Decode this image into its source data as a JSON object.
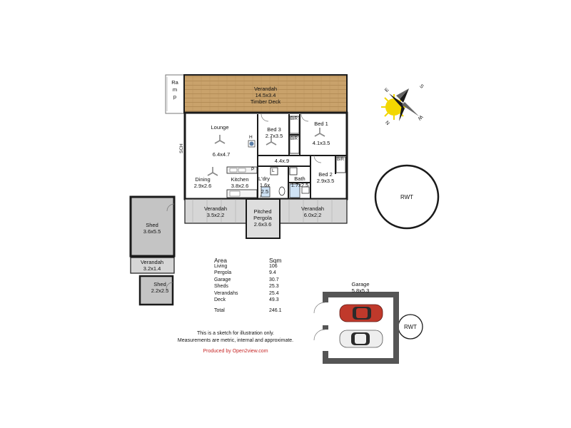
{
  "rooms": {
    "verandah_top": {
      "name": "Verandah",
      "size": "14.5x3.4",
      "note": "Timber Deck"
    },
    "ramp": "Ramp",
    "lounge": {
      "name": "Lounge",
      "size": "6.4x4.7"
    },
    "bed3": {
      "name": "Bed 3",
      "size": "2.7x3.5"
    },
    "bed1": {
      "name": "Bed 1",
      "size": "4.1x3.5"
    },
    "bed2": {
      "name": "Bed 2",
      "size": "2.9x3.5"
    },
    "hall": {
      "size": "4.4x.9"
    },
    "dining": {
      "name": "Dining",
      "size": "2.9x2.6"
    },
    "kitchen": {
      "name": "Kitchen",
      "size": "3.8x2.6"
    },
    "laundry": {
      "name": "L'dry",
      "size_a": "1.6x",
      "size_b": "2.5"
    },
    "bath": {
      "name": "Bath",
      "size": "1.7x2.5"
    },
    "verandah_left": {
      "name": "Verandah",
      "size": "3.5x2.2"
    },
    "pergola": {
      "name_a": "Pitched",
      "name_b": "Pergola",
      "size": "2.6x3.6"
    },
    "verandah_right": {
      "name": "Verandah",
      "size": "6.0x2.2"
    },
    "shed_large": {
      "name": "Shed",
      "size": "3.6x5.5"
    },
    "verandah_shed": {
      "name": "Verandah",
      "size": "3.2x1.4"
    },
    "shed_small": {
      "name": "Shed",
      "size": "2.2x2.5"
    },
    "garage": {
      "name": "Garage",
      "size": "5.8x5.3"
    },
    "rwt_large": "RWT",
    "rwt_small": "RWT"
  },
  "fixtures": {
    "robe": "BIR",
    "heater": "H",
    "pantry": "P",
    "laundry_mark": "L",
    "slow_combustion": "SCH"
  },
  "area_table": {
    "col_area": "Area",
    "col_sqm": "Sqm",
    "rows": [
      {
        "label": "Living",
        "value": "106"
      },
      {
        "label": "Pergola",
        "value": "9.4"
      },
      {
        "label": "Garage",
        "value": "30.7"
      },
      {
        "label": "Sheds",
        "value": "25.3"
      },
      {
        "label": "Verandahs",
        "value": "25.4"
      },
      {
        "label": "Deck",
        "value": "49.3"
      }
    ],
    "total_label": "Total",
    "total_value": "246.1"
  },
  "disclaimer": {
    "line1": "This is a sketch for illustration only.",
    "line2": "Measurements are metric, internal and approximate."
  },
  "credit": "Produced by Open2view.com",
  "compass": {
    "n": "N",
    "s": "S",
    "e": "E",
    "w": "W"
  },
  "colors": {
    "wall": "#1a1a1a",
    "deck": "#c9a26b",
    "verandah": "#d6d6d6",
    "shed": "#c4c4c4",
    "garage_wall": "#555555",
    "car_red": "#c0392b",
    "car_white": "#eeeeee",
    "credit_red": "#c62828",
    "sun": "#f2d700"
  }
}
